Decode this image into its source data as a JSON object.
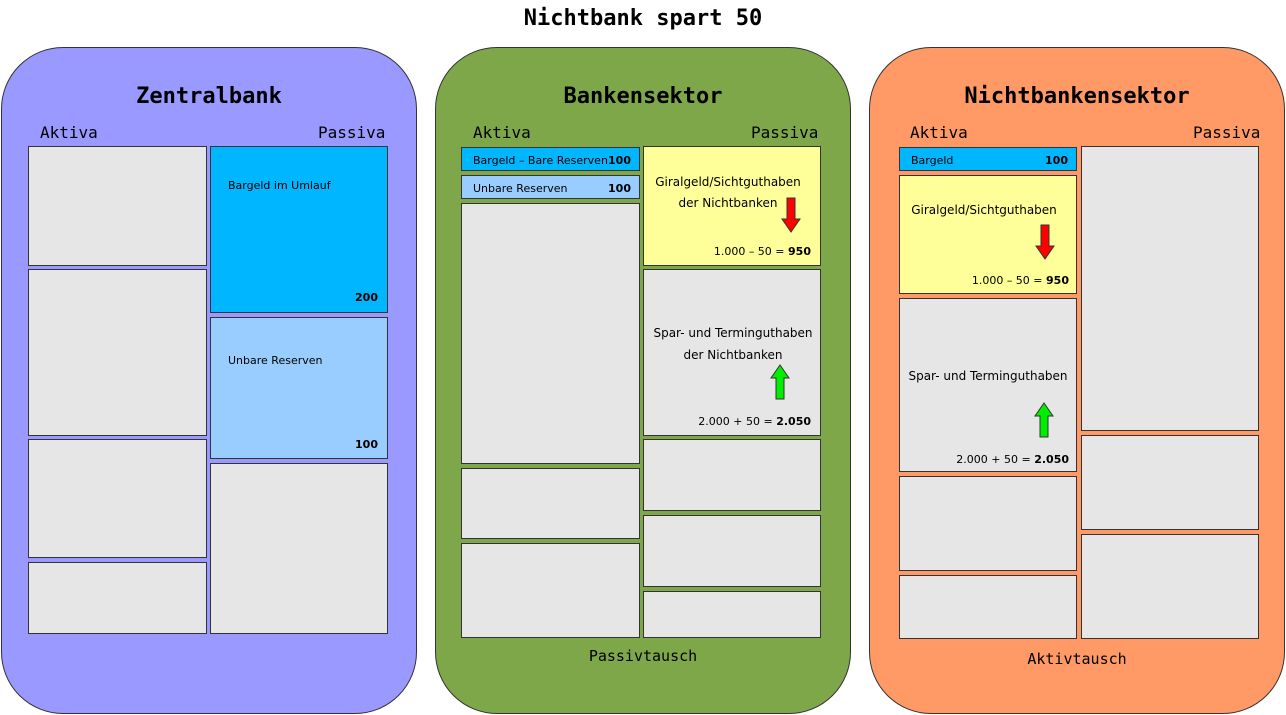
{
  "title": "Nichtbank spart 50",
  "zentralbank": {
    "title": "Zentralbank",
    "aktiva": "Aktiva",
    "passiva": "Passiva",
    "bargeld_label": "Bargeld im Umlauf",
    "bargeld_value": "200",
    "unbare_label": "Unbare Reserven",
    "unbare_value": "100",
    "color": "#9999ff"
  },
  "bankensektor": {
    "title": "Bankensektor",
    "aktiva": "Aktiva",
    "passiva": "Passiva",
    "bargeld_label": "Bargeld – Bare Reserven",
    "bargeld_value": "100",
    "unbare_label": "Unbare Reserven",
    "unbare_value": "100",
    "giral_line1": "Giralgeld/Sichtguthaben",
    "giral_line2": "der Nichtbanken",
    "giral_calc": "1.000 – 50 = ",
    "giral_result": "950",
    "spar_line1": "Spar- und Terminguthaben",
    "spar_line2": "der Nichtbanken",
    "spar_calc": "2.000 + 50 = ",
    "spar_result": "2.050",
    "footer": "Passivtausch",
    "color": "#7ea74a"
  },
  "nichtbankensektor": {
    "title": "Nichtbankensektor",
    "aktiva": "Aktiva",
    "passiva": "Passiva",
    "bargeld_label": "Bargeld",
    "bargeld_value": "100",
    "giral_label": "Giralgeld/Sichtguthaben",
    "giral_calc": "1.000 – 50 = ",
    "giral_result": "950",
    "spar_label": "Spar- und Terminguthaben",
    "spar_calc": "2.000 + 50 = ",
    "spar_result": "2.050",
    "footer": "Aktivtausch",
    "color": "#ff9966"
  },
  "arrow_colors": {
    "down": "#ff0000",
    "up": "#00ee00"
  }
}
